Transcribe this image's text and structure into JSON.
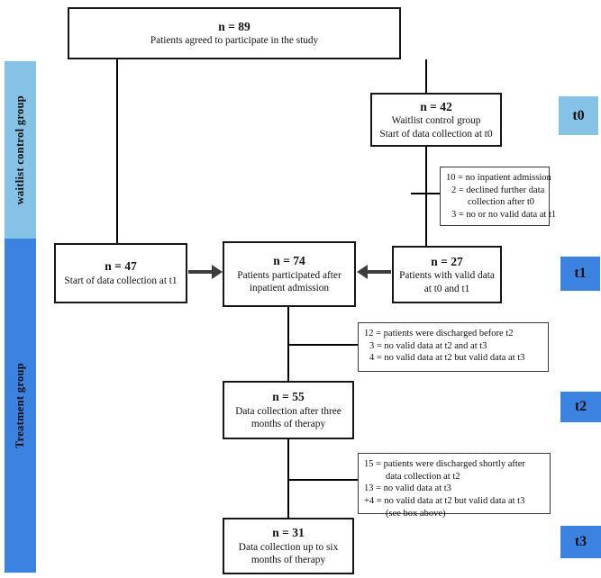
{
  "colors": {
    "light_blue": "#85C2E6",
    "dark_blue": "#3C82E0"
  },
  "sidebar": {
    "waitlist": "waitlist control group",
    "treatment": "Treatment group"
  },
  "timepoints": {
    "t0": "t0",
    "t1": "t1",
    "t2": "t2",
    "t3": "t3"
  },
  "boxes": {
    "n89": {
      "n": "n = 89",
      "lines": [
        "Patients agreed to participate in the study"
      ]
    },
    "n42": {
      "n": "n = 42",
      "lines": [
        "Waitlist control group",
        "Start of data collection at t0"
      ]
    },
    "n47": {
      "n": "n = 47",
      "lines": [
        "Start of data collection at t1"
      ]
    },
    "n74": {
      "n": "n = 74",
      "lines": [
        "Patients participated after",
        "inpatient admission"
      ]
    },
    "n27": {
      "n": "n = 27",
      "lines": [
        "Patients with valid data",
        "at t0 and t1"
      ]
    },
    "n55": {
      "n": "n = 55",
      "lines": [
        "Data collection after three",
        "months of therapy"
      ]
    },
    "n31": {
      "n": "n = 31",
      "lines": [
        "Data collection up to six",
        "months of therapy"
      ]
    }
  },
  "notes": {
    "after_t0": {
      "lines": [
        "10 = no inpatient admission",
        "2 = declined further data",
        "collection after t0",
        "3 = no or no valid data at t1"
      ]
    },
    "before_t2": {
      "lines": [
        "12 = patients were discharged before t2",
        "3 = no valid data at t2 and at t3",
        "4 = no valid data at t2 but valid data at t3"
      ]
    },
    "after_t2": {
      "lines": [
        "15 = patients were discharged shortly after",
        "data collection at t2",
        "13 = no valid data at t3",
        "+4 = no valid data at t2 but valid data at t3",
        "(see box above)"
      ]
    }
  }
}
